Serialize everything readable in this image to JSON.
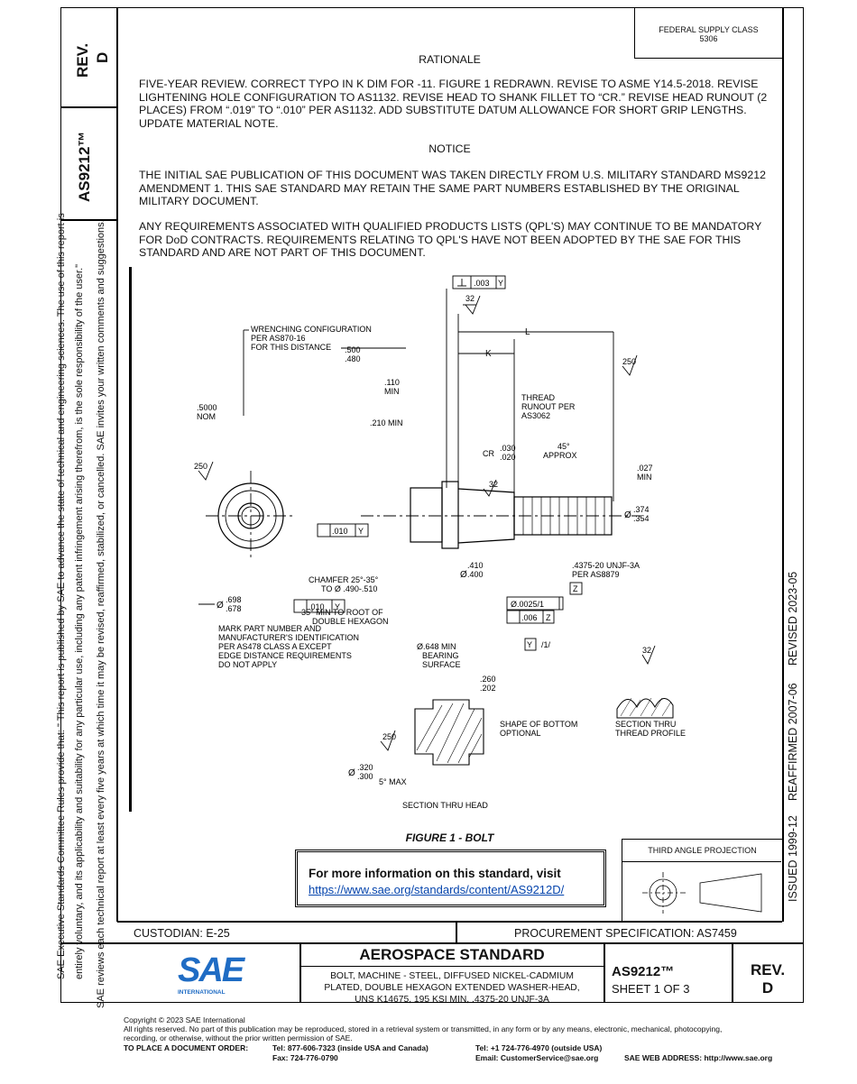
{
  "side": {
    "rev_label": "REV.",
    "rev_value": "D",
    "doc_number": "AS9212™",
    "disclaimer_line1": "SAE Executive Standards Committee Rules provide that: \" This report is published by SAE to advance the state of technical and engineering sciences. The use of this report is",
    "disclaimer_line2": "entirely voluntary, and its applicability and suitability for any particular use, including any patent infringement arising therefrom, is the sole responsibility of the user.\"",
    "disclaimer_line3": "SAE reviews each technical report at least every five years at which time it may be revised, reaffirmed, stabilized, or cancelled. SAE invites your written comments and suggestions."
  },
  "history": {
    "issued": "ISSUED 1999-12",
    "reaffirmed": "REAFFIRMED 2007-06",
    "revised": "REVISED 2023-05"
  },
  "supply_class": {
    "label": "FEDERAL SUPPLY CLASS",
    "value": "5306"
  },
  "rationale": {
    "heading": "RATIONALE",
    "text": "FIVE-YEAR REVIEW. CORRECT TYPO IN K DIM FOR -11. FIGURE 1 REDRAWN. REVISE TO ASME Y14.5-2018. REVISE LIGHTENING HOLE CONFIGURATION TO AS1132. REVISE HEAD TO SHANK FILLET TO “CR.” REVISE HEAD RUNOUT (2 PLACES) FROM “.019” TO “.010” PER AS1132. ADD SUBSTITUTE DATUM ALLOWANCE FOR SHORT GRIP LENGTHS. UPDATE MATERIAL NOTE."
  },
  "notice": {
    "heading": "NOTICE",
    "para1": "THE INITIAL SAE PUBLICATION OF THIS DOCUMENT WAS TAKEN DIRECTLY FROM U.S. MILITARY STANDARD MS9212 AMENDMENT 1. THIS SAE STANDARD MAY RETAIN THE SAME PART NUMBERS ESTABLISHED BY THE ORIGINAL MILITARY DOCUMENT.",
    "para2": "ANY REQUIREMENTS ASSOCIATED WITH QUALIFIED PRODUCTS LISTS (QPL'S) MAY CONTINUE TO BE MANDATORY FOR DoD CONTRACTS. REQUIREMENTS RELATING TO QPL'S HAVE NOT BEEN ADOPTED BY THE SAE FOR THIS STANDARD AND ARE NOT PART OF THIS DOCUMENT."
  },
  "drawing": {
    "tol_003": ".003",
    "datum_y": "Y",
    "finish_32": "32",
    "finish_250": "250",
    "dim_L": "L",
    "dim_K": "K",
    "wrenching_note": [
      "WRENCHING CONFIGURATION",
      "PER AS870-16",
      "FOR THIS DISTANCE"
    ],
    "dim_500": ".500",
    "dim_480": ".480",
    "dim_110": ".110",
    "dim_min": "MIN",
    "dim_5000": ".5000",
    "dim_nom": "NOM",
    "dim_210min": ".210 MIN",
    "thread_runout": [
      "THREAD",
      "RUNOUT PER",
      "AS3062"
    ],
    "cr_label": "CR",
    "dim_030": ".030",
    "dim_020": ".020",
    "approx_45": "45°",
    "approx": "APPROX",
    "dim_027": ".027",
    "dia": "Ø",
    "dim_374": ".374",
    "dim_354": ".354",
    "tol_010": ".010",
    "chamfer": [
      "CHAMFER 25°-35°",
      "TO Ø .490-.510"
    ],
    "dim_410": ".410",
    "dim_400": ".400",
    "thread_spec": [
      ".4375-20 UNJF-3A",
      "PER AS8879"
    ],
    "datum_z": "Z",
    "dim_698": ".698",
    "dim_678": ".678",
    "min_root": [
      "35° MIN TO ROOT OF",
      "DOUBLE HEXAGON"
    ],
    "tol_0025": "Ø.0025/1",
    "tol_006": ".006",
    "mark_note": [
      "MARK PART NUMBER AND",
      "MANUFACTURER'S IDENTIFICATION",
      "PER AS478 CLASS A EXCEPT",
      "EDGE DISTANCE REQUIREMENTS",
      "DO NOT APPLY"
    ],
    "bearing": [
      "Ø.648 MIN",
      "BEARING",
      "SURFACE"
    ],
    "y_ref": "/1/",
    "dim_260": ".260",
    "dim_202": ".202",
    "shape_bottom": [
      "SHAPE OF BOTTOM",
      "OPTIONAL"
    ],
    "section_thread": [
      "SECTION THRU",
      "THREAD PROFILE"
    ],
    "dim_320": ".320",
    "dim_300": ".300",
    "max_5": "5° MAX",
    "section_head": "SECTION THRU HEAD",
    "figure_caption": "FIGURE 1 - BOLT"
  },
  "more_info": {
    "text": "For more information on this standard, visit",
    "link": "https://www.sae.org/standards/content/AS9212D/"
  },
  "projection": {
    "label": "THIRD ANGLE PROJECTION"
  },
  "title_block": {
    "custodian": "CUSTODIAN: E-25",
    "procurement": "PROCUREMENT SPECIFICATION: AS7459",
    "logo_text": "SAE",
    "logo_sub": "INTERNATIONAL",
    "heading": "AEROSPACE STANDARD",
    "description": [
      "BOLT, MACHINE - STEEL, DIFFUSED NICKEL-CADMIUM",
      "PLATED, DOUBLE HEXAGON EXTENDED WASHER-HEAD,",
      "UNS K14675, 195 KSI MIN, .4375-20 UNJF-3A"
    ],
    "doc_number": "AS9212™",
    "sheet": "SHEET 1 OF 3",
    "rev_label": "REV.",
    "rev_value": "D"
  },
  "footer": {
    "copyright": "Copyright © 2023 SAE International",
    "rights1": "All rights reserved. No part of this publication may be reproduced, stored in a retrieval system or transmitted, in any form or by any means, electronic, mechanical, photocopying,",
    "rights2": "recording, or otherwise, without the prior written permission of SAE.",
    "order_label": "TO PLACE A DOCUMENT ORDER:",
    "tel_us": "Tel: 877-606-7323 (inside USA and Canada)",
    "fax": "Fax: 724-776-0790",
    "tel_intl": "Tel: +1 724-776-4970 (outside USA)",
    "email": "Email: CustomerService@sae.org",
    "web": "SAE WEB ADDRESS: http://www.sae.org"
  }
}
